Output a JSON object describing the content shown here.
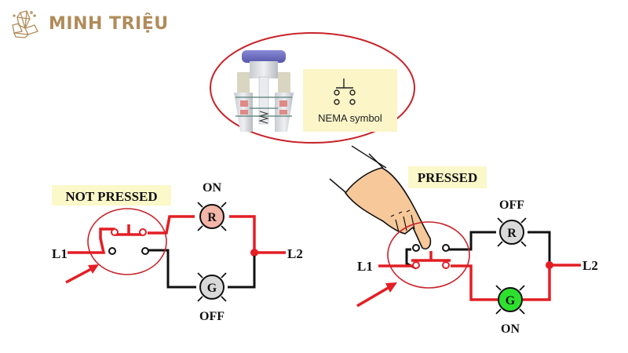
{
  "brand": {
    "name": "MINH TRIỆU",
    "color": "#b08c5a"
  },
  "inset": {
    "caption": "NEMA symbol"
  },
  "not_pressed": {
    "title": "NOT PRESSED",
    "left_line": "L1",
    "right_line": "L2",
    "top_lamp": {
      "letter": "R",
      "state": "ON",
      "fill": "#f4b6a8"
    },
    "bottom_lamp": {
      "letter": "G",
      "state": "OFF",
      "fill": "#d9d9d9"
    }
  },
  "pressed": {
    "title": "PRESSED",
    "left_line": "L1",
    "right_line": "L2",
    "top_lamp": {
      "letter": "R",
      "state": "OFF",
      "fill": "#d9d9d9"
    },
    "bottom_lamp": {
      "letter": "G",
      "state": "ON",
      "fill": "#2ee02e"
    }
  },
  "colors": {
    "energized": "#e31e24",
    "de_energized": "#111111",
    "label_bg": "#fbf8c9"
  }
}
